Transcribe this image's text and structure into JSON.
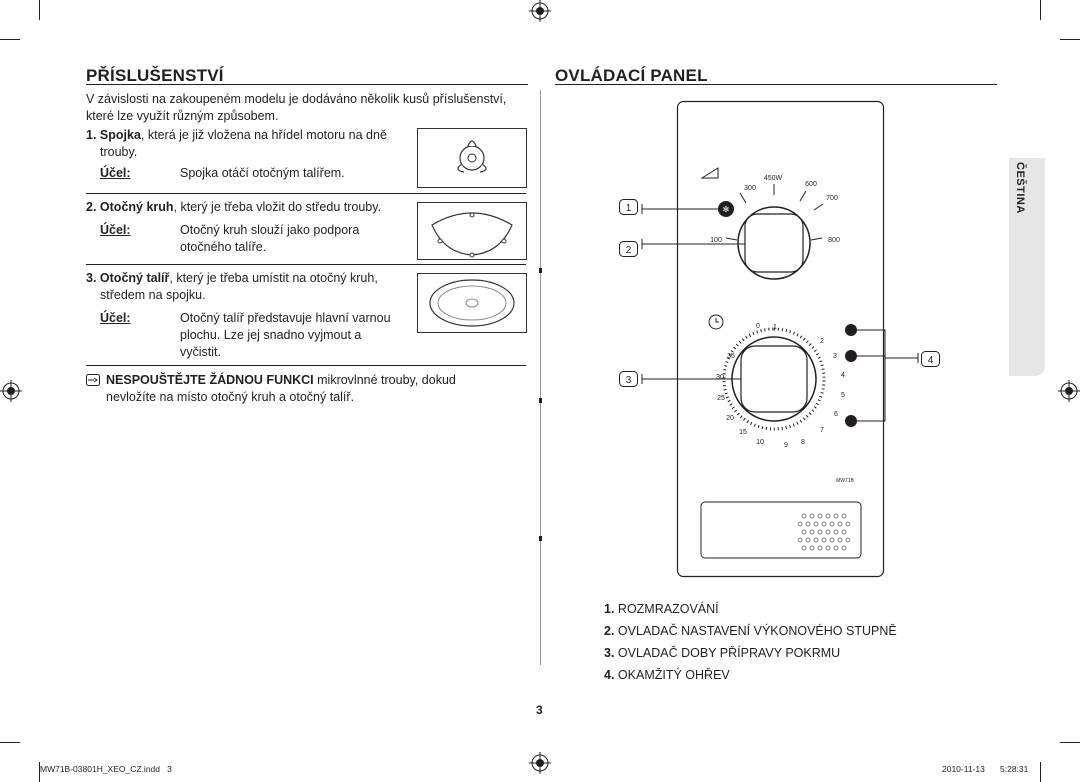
{
  "left": {
    "heading": "PŘÍSLUŠENSTVÍ",
    "intro": "V závislosti na zakoupeném modelu je dodáváno několik kusů příslušenství, které lze využít různým způsobem.",
    "items": [
      {
        "num": "1.",
        "name": "Spojka",
        "desc_line1": ", která je již vložena na hřídel motoru na dně",
        "desc_line2": "trouby.",
        "purpose_label": "Účel:",
        "purpose_line1": "Spojka otáčí otočným talířem.",
        "purpose_line2": "",
        "purpose_line3": ""
      },
      {
        "num": "2.",
        "name": "Otočný kruh",
        "desc_line1": ", který je třeba vložit do středu trouby.",
        "desc_line2": "",
        "purpose_label": "Účel:",
        "purpose_line1": "Otočný kruh slouží jako podpora",
        "purpose_line2": "otočného talíře.",
        "purpose_line3": ""
      },
      {
        "num": "3.",
        "name": "Otočný talíř",
        "desc_line1": ", který je třeba umístit na otočný kruh,",
        "desc_line2": "středem na spojku.",
        "purpose_label": "Účel:",
        "purpose_line1": "Otočný talíř představuje hlavní varnou",
        "purpose_line2": "plochu. Lze jej snadno vyjmout a",
        "purpose_line3": "vyčistit."
      }
    ],
    "warning_bold": "NESPOUŠTĚJTE ŽÁDNOU FUNKCI",
    "warning_rest1": " mikrovlnné trouby, dokud",
    "warning_rest2": "nevložíte na místo otočný kruh a otočný talíř."
  },
  "right": {
    "heading": "OVLÁDACÍ PANEL",
    "power_labels": {
      "w450": "450W",
      "w300": "300",
      "w600": "600",
      "w700": "700",
      "w100": "100",
      "w800": "800"
    },
    "timer_labels": [
      "0",
      "1",
      "2",
      "3",
      "4",
      "5",
      "6",
      "7",
      "8",
      "9",
      "10",
      "15",
      "20",
      "25",
      "30",
      "35"
    ],
    "callouts": [
      "1",
      "2",
      "3",
      "4"
    ],
    "model": "MW71B",
    "legend": [
      {
        "num": "1.",
        "text": "ROZMRAZOVÁNÍ"
      },
      {
        "num": "2.",
        "text": "OVLADAČ NASTAVENÍ VÝKONOVÉHO STUPNĚ"
      },
      {
        "num": "3.",
        "text": "OVLADAČ DOBY PŘÍPRAVY POKRMU"
      },
      {
        "num": "4.",
        "text": "OKAMŽITÝ OHŘEV"
      }
    ]
  },
  "side_tab": "ČEŠTINA",
  "page_number": "3",
  "footer": {
    "file": "MW71B-03801H_XEO_CZ.indd   3",
    "date": "2010-11-13",
    "time": "5:28:31"
  }
}
